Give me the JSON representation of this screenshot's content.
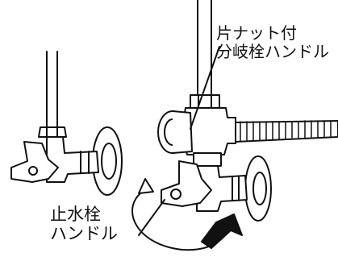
{
  "labels": {
    "branch_valve": {
      "line1": "片ナット付",
      "line2": "分岐栓ハンドル"
    },
    "stop_valve": {
      "line1": "止水栓",
      "line2": "ハンドル"
    }
  },
  "colors": {
    "line": "#111111",
    "fill": "#ffffff",
    "arrow": "#111111"
  }
}
